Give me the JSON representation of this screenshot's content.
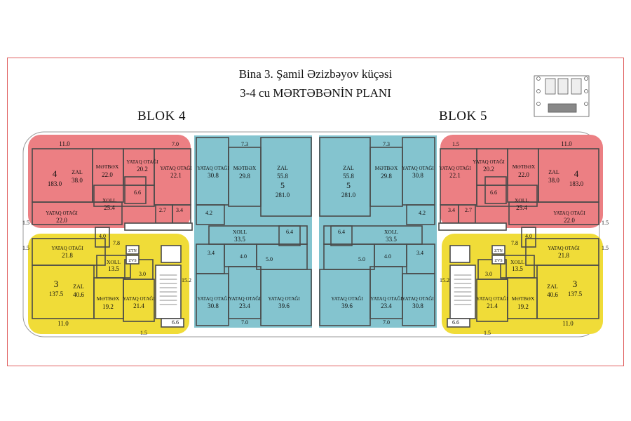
{
  "header": {
    "line1": "Bina 3. Şamil Əzizbəyov küçəsi",
    "line2": "3-4 cu MƏRTƏBƏNİN PLANI",
    "blok_left": "BLOK 4",
    "blok_right": "BLOK 5"
  },
  "colors": {
    "apt4": "#ec7f83",
    "apt3": "#f0dc38",
    "apt5": "#84c4cf",
    "frame": "#e06060",
    "wall": "#4a4a4a"
  },
  "labels": {
    "zal": "ZAL",
    "metbex": "MƏTBƏX",
    "yataq": "YATAQ OTAĞI",
    "xoll": "XOLL"
  },
  "left": {
    "apt4": {
      "num": "4",
      "total": "183.0",
      "zal": "38.0",
      "metbex": "22.0",
      "yataq1": "20.2",
      "yataq2": "22.1",
      "yataq3": "22.0",
      "xoll": "25.4",
      "balcony": "11.0",
      "b1": "7.0",
      "b2": "6.6",
      "b3": "2.7",
      "b4": "3.4"
    },
    "apt5": {
      "num": "5",
      "total": "281.0",
      "zal": "55.8",
      "metbex": "29.8",
      "yataq1": "30.8",
      "yataq2": "30.8",
      "yataq3": "23.4",
      "yataq4": "39.6",
      "xoll": "33.5",
      "b1": "7.3",
      "b2": "4.2",
      "b3": "3.4",
      "b4": "4.0",
      "b5": "5.0",
      "b6": "6.4",
      "b7": "7.0"
    },
    "apt3": {
      "num": "3",
      "total": "137.5",
      "zal": "40.6",
      "metbex": "19.2",
      "yataq1": "21.8",
      "yataq2": "21.4",
      "xoll": "13.5",
      "b1": "11.0",
      "b2": "4.0",
      "b3": "3.0",
      "b4": "7.8"
    },
    "core": {
      "stair": "15.2",
      "lobby": "6.6",
      "e1": "1.5",
      "e2": "1.5",
      "e3": "1.5"
    }
  },
  "right": {
    "apt4": {
      "num": "4",
      "total": "183.0",
      "zal": "38.0",
      "metbex": "22.0",
      "yataq1": "20.2",
      "yataq2": "22.1",
      "yataq3": "22.0",
      "xoll": "25.4",
      "balcony": "11.0",
      "b1": "1.5",
      "b2": "6.6",
      "b3": "2.7",
      "b4": "3.4"
    },
    "apt5": {
      "num": "5",
      "total": "281.0",
      "zal": "55.8",
      "metbex": "29.8",
      "yataq1": "30.8",
      "yataq2": "30.8",
      "yataq3": "23.4",
      "yataq4": "39.6",
      "xoll": "33.5",
      "b1": "7.3",
      "b2": "4.2",
      "b3": "3.4",
      "b4": "4.0",
      "b5": "5.0",
      "b6": "6.4",
      "b7": "7.0"
    },
    "apt3": {
      "num": "3",
      "total": "137.5",
      "zal": "40.6",
      "metbex": "19.2",
      "yataq1": "21.8",
      "yataq2": "21.4",
      "xoll": "13.5",
      "b1": "11.0",
      "b2": "4.0",
      "b3": "3.0",
      "b4": "7.8"
    },
    "core": {
      "stair": "15.2",
      "lobby": "6.6",
      "e1": "1.5",
      "e2": "1.5",
      "e3": "1.5"
    }
  },
  "tech": {
    "ztn": "ZTN",
    "zvs": "ZVS"
  }
}
